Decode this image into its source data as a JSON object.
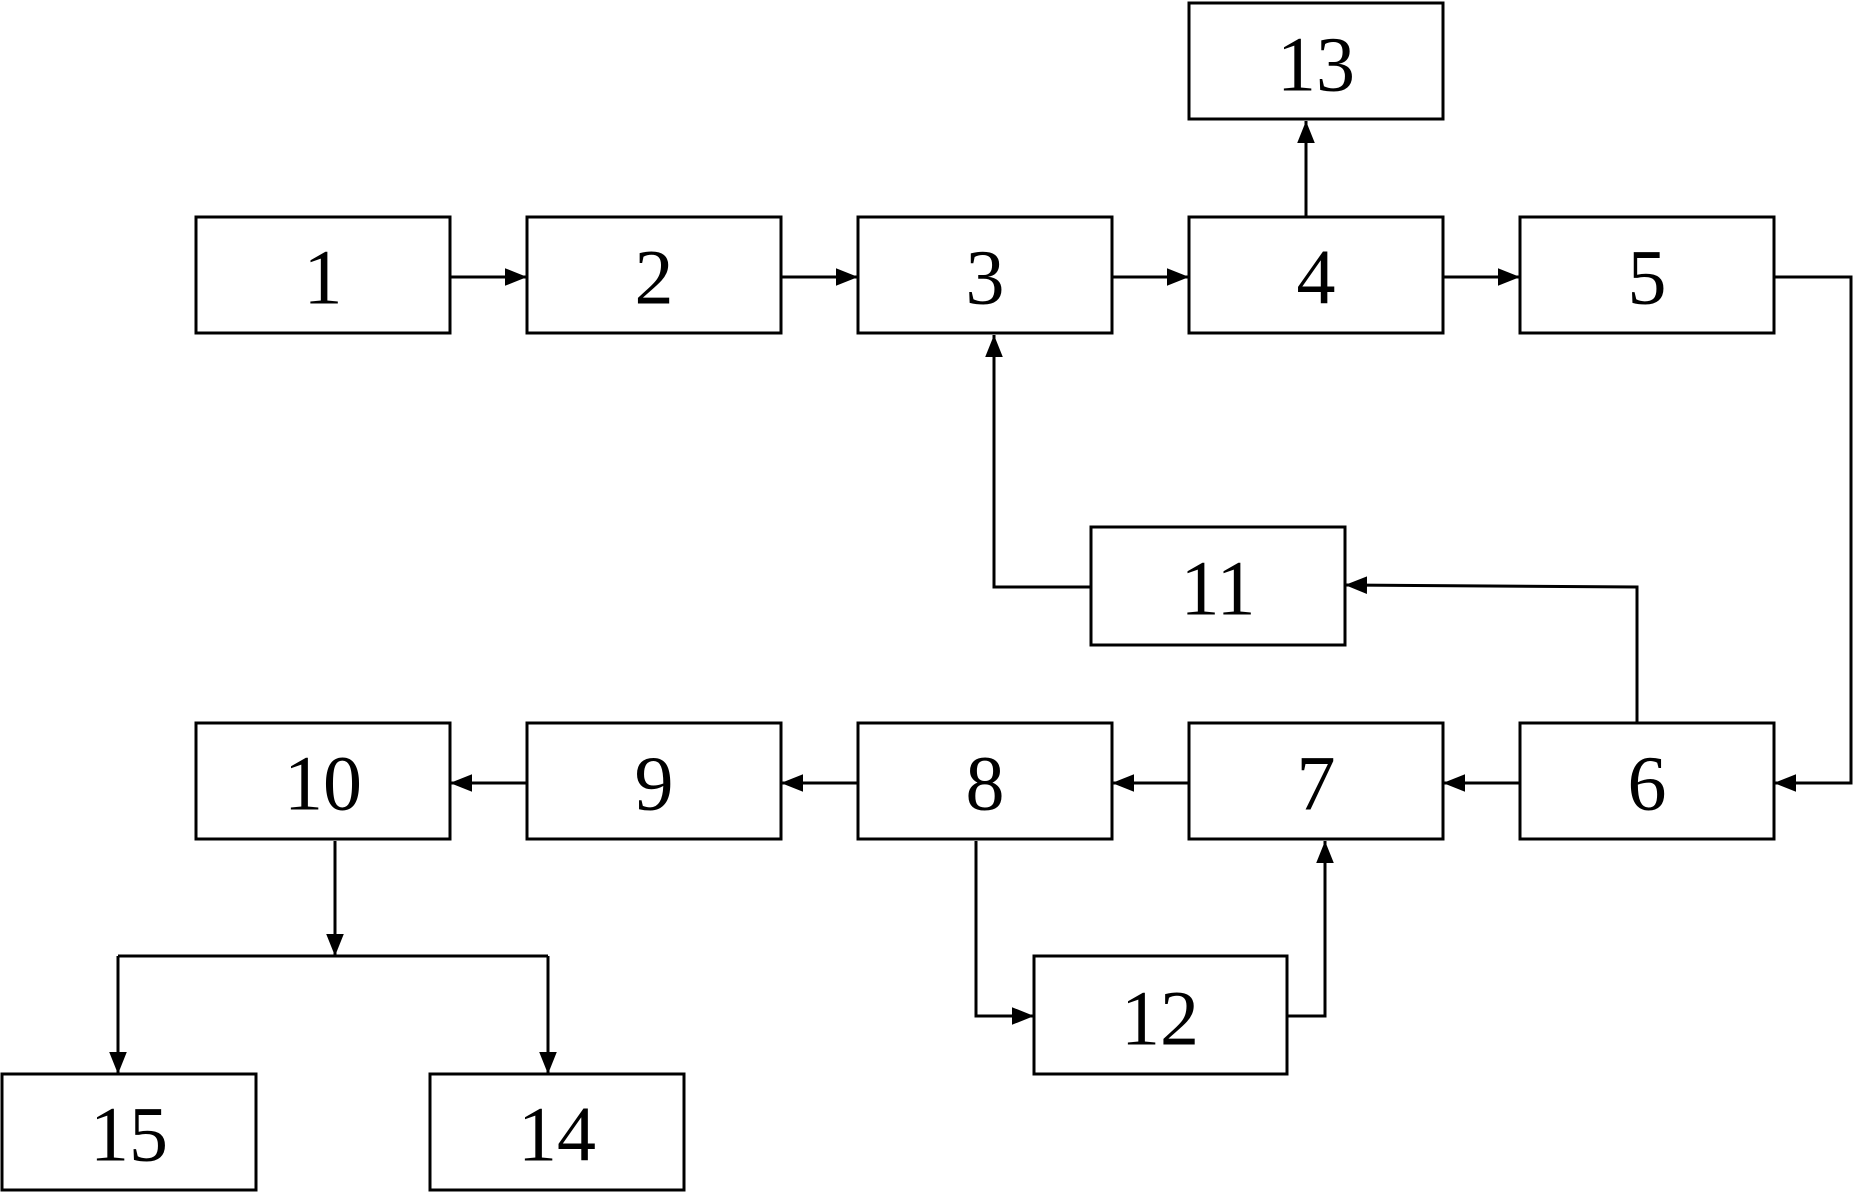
{
  "diagram": {
    "nodes": [
      {
        "id": "n1",
        "label": "1"
      },
      {
        "id": "n2",
        "label": "2"
      },
      {
        "id": "n3",
        "label": "3"
      },
      {
        "id": "n4",
        "label": "4"
      },
      {
        "id": "n5",
        "label": "5"
      },
      {
        "id": "n6",
        "label": "6"
      },
      {
        "id": "n7",
        "label": "7"
      },
      {
        "id": "n8",
        "label": "8"
      },
      {
        "id": "n9",
        "label": "9"
      },
      {
        "id": "n10",
        "label": "10"
      },
      {
        "id": "n11",
        "label": "11"
      },
      {
        "id": "n12",
        "label": "12"
      },
      {
        "id": "n13",
        "label": "13"
      },
      {
        "id": "n14",
        "label": "14"
      },
      {
        "id": "n15",
        "label": "15"
      }
    ],
    "edges": [
      {
        "from": "1",
        "to": "2"
      },
      {
        "from": "2",
        "to": "3"
      },
      {
        "from": "3",
        "to": "4"
      },
      {
        "from": "4",
        "to": "5"
      },
      {
        "from": "4",
        "to": "13"
      },
      {
        "from": "5",
        "to": "6"
      },
      {
        "from": "6",
        "to": "7"
      },
      {
        "from": "6",
        "to": "11"
      },
      {
        "from": "11",
        "to": "3"
      },
      {
        "from": "7",
        "to": "8"
      },
      {
        "from": "8",
        "to": "9"
      },
      {
        "from": "8",
        "to": "12"
      },
      {
        "from": "12",
        "to": "7"
      },
      {
        "from": "9",
        "to": "10"
      },
      {
        "from": "10",
        "to": "15"
      },
      {
        "from": "10",
        "to": "14"
      }
    ]
  }
}
